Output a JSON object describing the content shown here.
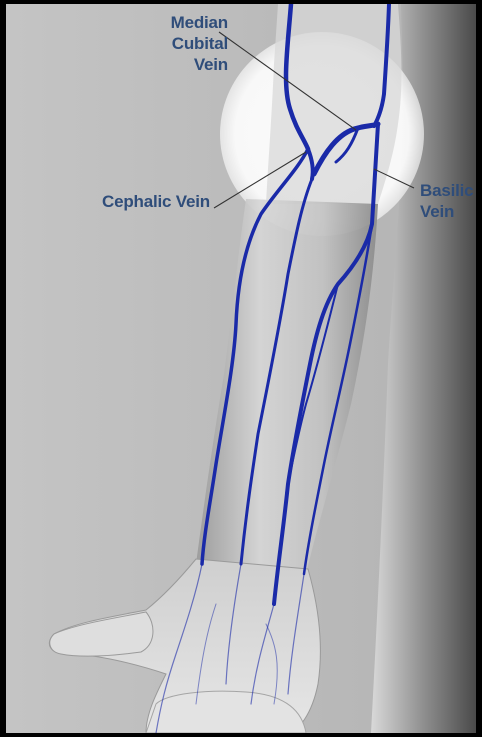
{
  "labels": {
    "median_cubital": [
      "Median",
      "Cubital",
      "Vein"
    ],
    "cephalic": "Cephalic Vein",
    "basilic": [
      "Basilic",
      "Vein"
    ]
  },
  "colors": {
    "vein": "#1a2aa8",
    "label": "#2f4d7a",
    "background_gray": "#bdbdbd",
    "frame": "#000000"
  }
}
